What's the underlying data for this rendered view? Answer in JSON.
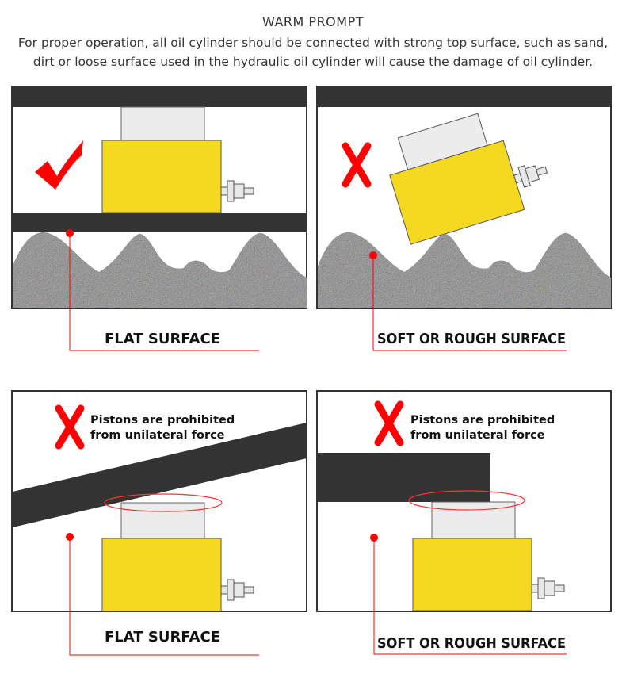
{
  "header": {
    "title": "WARM PROMPT",
    "description": "For proper operation, all oil cylinder should be connected with strong top surface, such as sand, dirt or loose surface used in the hydraulic oil cylinder will cause the damage of oil cylinder."
  },
  "panels": [
    {
      "status": "correct",
      "icon": "checkmark-icon",
      "label": "FLAT SURFACE"
    },
    {
      "status": "wrong",
      "icon": "x-icon",
      "label": "SOFT OR ROUGH SURFACE"
    },
    {
      "status": "wrong",
      "icon": "x-icon",
      "warning_line1": "Pistons are prohibited",
      "warning_line2": "from unilateral force",
      "label": "FLAT SURFACE"
    },
    {
      "status": "wrong",
      "icon": "x-icon",
      "warning_line1": "Pistons are prohibited",
      "warning_line2": "from unilateral force",
      "label": "SOFT OR ROUGH SURFACE"
    }
  ],
  "colors": {
    "accent": "#ff0000",
    "cylinder": "#f5d920",
    "bar": "#333333",
    "piston": "#ececec"
  }
}
